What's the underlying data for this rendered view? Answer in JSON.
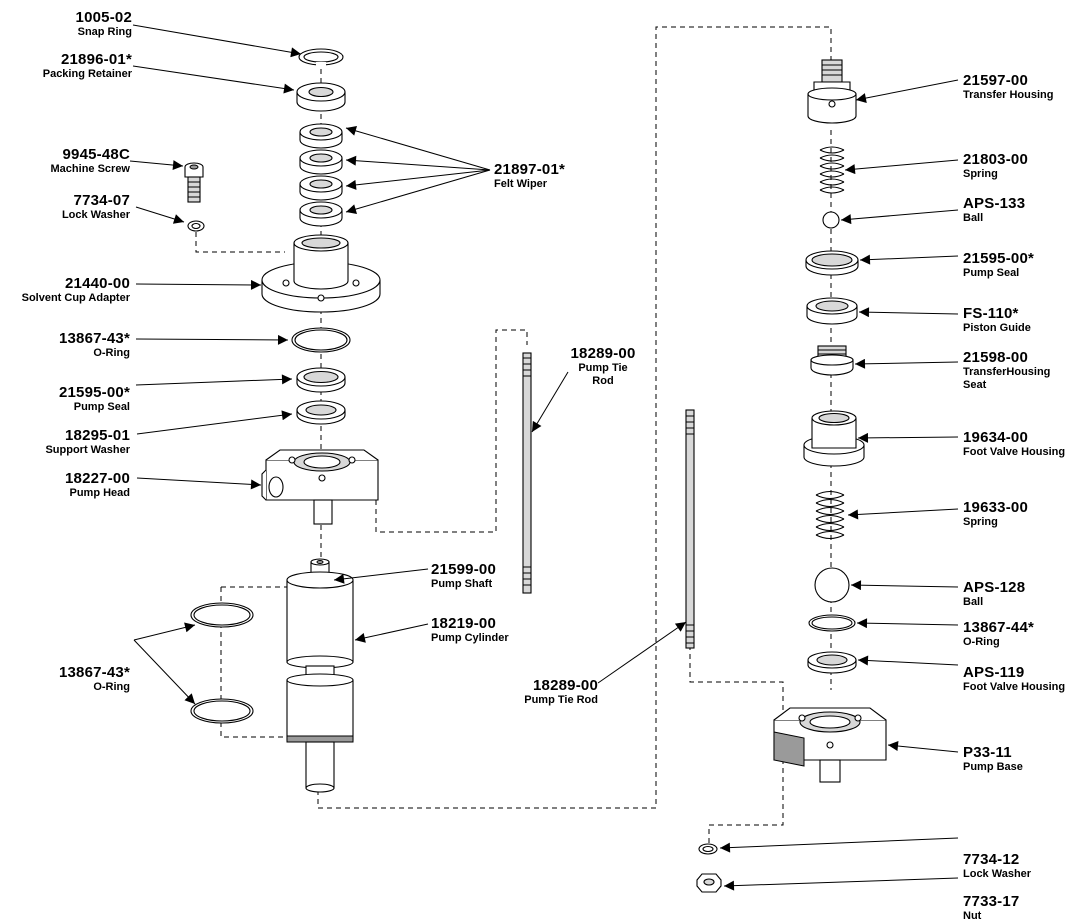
{
  "labels": {
    "snap_ring": {
      "part": "1005-02",
      "name": "Snap Ring"
    },
    "packing_retainer": {
      "part": "21896-01*",
      "name": "Packing Retainer"
    },
    "machine_screw": {
      "part": "9945-48C",
      "name": "Machine Screw"
    },
    "lock_washer_left": {
      "part": "7734-07",
      "name": "Lock Washer"
    },
    "felt_wiper": {
      "part": "21897-01*",
      "name": "Felt Wiper"
    },
    "solvent_cup_adapter": {
      "part": "21440-00",
      "name": "Solvent Cup Adapter"
    },
    "o_ring_upper": {
      "part": "13867-43*",
      "name": "O-Ring"
    },
    "pump_seal_left": {
      "part": "21595-00*",
      "name": "Pump Seal"
    },
    "support_washer": {
      "part": "18295-01",
      "name": "Support Washer"
    },
    "pump_head": {
      "part": "18227-00",
      "name": "Pump Head"
    },
    "pump_tie_rod_upper": {
      "part": "18289-00",
      "name": "Pump Tie",
      "name2": "Rod"
    },
    "pump_shaft": {
      "part": "21599-00",
      "name": "Pump Shaft"
    },
    "pump_cylinder": {
      "part": "18219-00",
      "name": "Pump Cylinder"
    },
    "o_ring_lower": {
      "part": "13867-43*",
      "name": "O-Ring"
    },
    "pump_tie_rod_lower": {
      "part": "18289-00",
      "name": "Pump Tie Rod"
    },
    "transfer_housing": {
      "part": "21597-00",
      "name": "Transfer Housing"
    },
    "spring_upper": {
      "part": "21803-00",
      "name": "Spring"
    },
    "ball_small": {
      "part": "APS-133",
      "name": "Ball"
    },
    "pump_seal_right": {
      "part": "21595-00*",
      "name": "Pump Seal"
    },
    "piston_guide": {
      "part": "FS-110*",
      "name": "Piston Guide"
    },
    "transfer_housing_seat": {
      "part": "21598-00",
      "name": "TransferHousing",
      "name2": "Seat"
    },
    "foot_valve_housing_1": {
      "part": "19634-00",
      "name": "Foot Valve Housing"
    },
    "spring_lower": {
      "part": "19633-00",
      "name": "Spring"
    },
    "ball_large": {
      "part": "APS-128",
      "name": "Ball"
    },
    "o_ring_right": {
      "part": "13867-44*",
      "name": "O-Ring"
    },
    "foot_valve_housing_2": {
      "part": "APS-119",
      "name": "Foot Valve Housing"
    },
    "pump_base": {
      "part": "P33-11",
      "name": "Pump Base"
    },
    "lock_washer_right": {
      "part": "7734-12",
      "name": "Lock Washer"
    },
    "nut": {
      "part": "7733-17",
      "name": "Nut"
    }
  }
}
